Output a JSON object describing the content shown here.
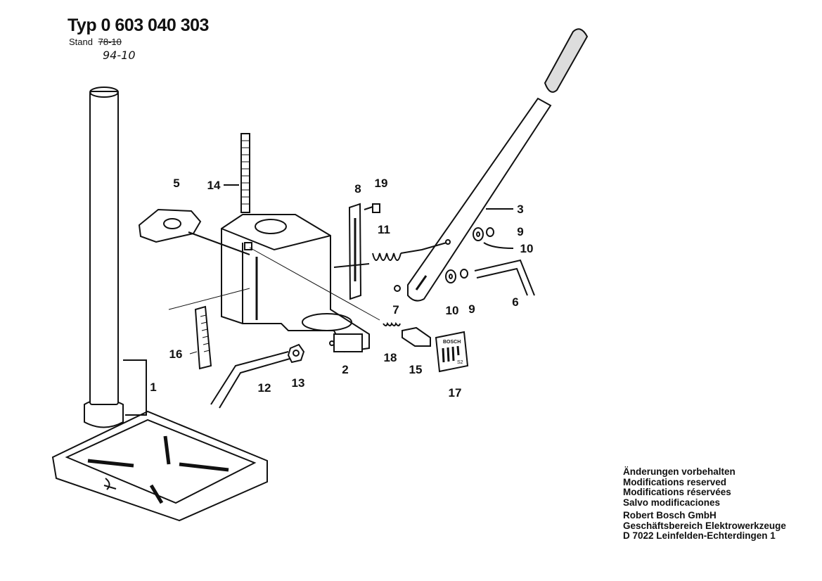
{
  "header": {
    "title": "Typ 0 603 040 303",
    "stand_label": "Stand",
    "stand_old": "78-10",
    "stand_new": "94-10"
  },
  "part_labels": [
    "1",
    "2",
    "3",
    "5",
    "6",
    "7",
    "8",
    "9",
    "10",
    "9",
    "10",
    "11",
    "12",
    "13",
    "14",
    "15",
    "16",
    "17",
    "18",
    "19"
  ],
  "plate": {
    "brand": "BOSCH",
    "code": "S2"
  },
  "notes": [
    "Änderungen vorbehalten",
    "Modifications reserved",
    "Modifications réservées",
    "Salvo modificaciones"
  ],
  "company": [
    "Robert Bosch GmbH",
    "Geschäftsbereich Elektrowerkzeuge",
    "D 7022 Leinfelden-Echterdingen 1"
  ]
}
